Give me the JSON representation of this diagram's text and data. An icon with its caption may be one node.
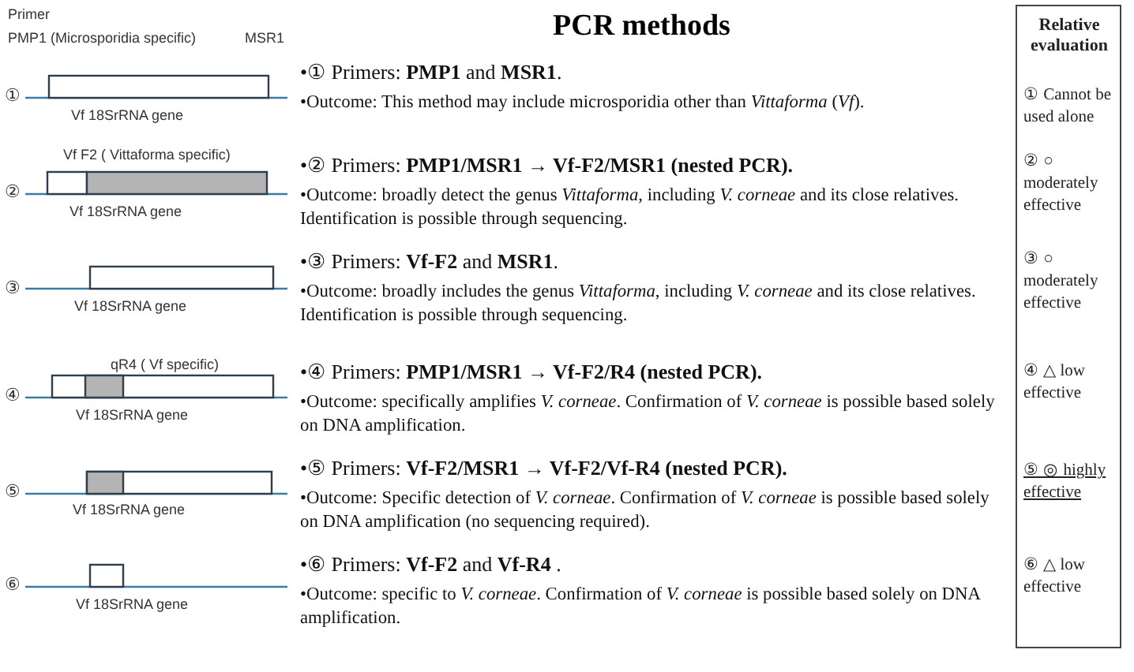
{
  "diagram": {
    "title": "PCR methods",
    "nodes": [
      {
        "text": [
          "Relative evaluation",
          "① Cannot be used alone",
          "② ○ moderately effective",
          "③ ○ moderately effective",
          "④ △ low effective",
          "⑤ ◎ highly effective",
          "⑥ △ low effective"
        ]
      }
    ],
    "labels": [
      "Primer",
      "PMP1 (Microsporidia specific)",
      "MSR1",
      "①",
      "Vf 18SrRNA gene",
      "•① Primers: **PMP1** and **MSR1**.",
      "•Outcome: This method may include microsporidia other than *Vittaforma* (*Vf*).",
      "Vf F2 ( Vittaforma specific)",
      "②",
      "Vf 18SrRNA gene",
      "•② Primers: **PMP1/MSR1 → Vf-F2/MSR1 (nested PCR).**",
      "•Outcome: broadly detect the genus *Vittaforma*, including *V. corneae* and its close relatives. Identification is possible through sequencing.",
      "③",
      "Vf 18SrRNA gene",
      "•③ Primers: **Vf-F2** and **MSR1**.",
      "•Outcome: broadly includes the genus *Vittaforma*, including *V. corneae* and its close relatives. Identification is possible through sequencing.",
      "qR4 ( Vf specific)",
      "④",
      "Vf 18SrRNA gene",
      "•④ Primers: **PMP1/MSR1 → Vf-F2/R4 (nested PCR).**",
      "•Outcome: specifically amplifies *V. corneae*. Confirmation of *V. corneae* is possible based solely on DNA amplification.",
      "⑤",
      "Vf 18SrRNA gene",
      "•⑤ Primers: **Vf-F2/MSR1 → Vf-F2/Vf-R4 (nested PCR).**",
      "•Outcome: Specific detection of *V. corneae*. Confirmation of *V. corneae* is possible based solely on DNA amplification (no sequencing required).",
      "⑥",
      "Vf 18SrRNA gene",
      "•⑥ Primers: **Vf-F2** and **Vf-R4** .",
      "•Outcome: specific to *V. corneae*. Confirmation of *V. corneae* is possible based solely on DNA amplification."
    ]
  }
}
